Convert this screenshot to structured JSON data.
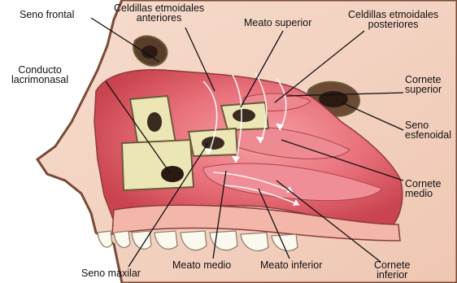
{
  "palette": {
    "background": "#ffffff",
    "outer_tissue": "#f4d7c6",
    "skin_outline": "#7a4a36",
    "mucosa": "#e66b72",
    "mucosa_light": "#f39aa0",
    "mucosa_dark": "#c8434d",
    "bone": "#ece5b6",
    "bone_outline": "#6b5a3a",
    "sinus_cavity": "#3a2a20",
    "teeth": "#fbf8ee",
    "leader_line": "#111111",
    "airflow_arrow": "#ffffff"
  },
  "labels": {
    "seno_frontal": "Seno frontal",
    "celdillas_anteriores": [
      "Celdillas etmoidales",
      "anteriores"
    ],
    "meato_superior": "Meato superior",
    "celdillas_posteriores": [
      "Celdillas etmoidales",
      "posteriores"
    ],
    "conducto_lacrimonasal": [
      "Conducto",
      "lacrimonasal"
    ],
    "cornete_superior": [
      "Cornete",
      "superior"
    ],
    "seno_esfenoidal": [
      "Seno",
      "esfenoidal"
    ],
    "cornete_medio": [
      "Cornete",
      "medio"
    ],
    "seno_maxilar": "Seno maxilar",
    "meato_medio": "Meato medio",
    "meato_inferior": "Meato inferior",
    "cornete_inferior": [
      "Cornete",
      "inferior"
    ]
  }
}
